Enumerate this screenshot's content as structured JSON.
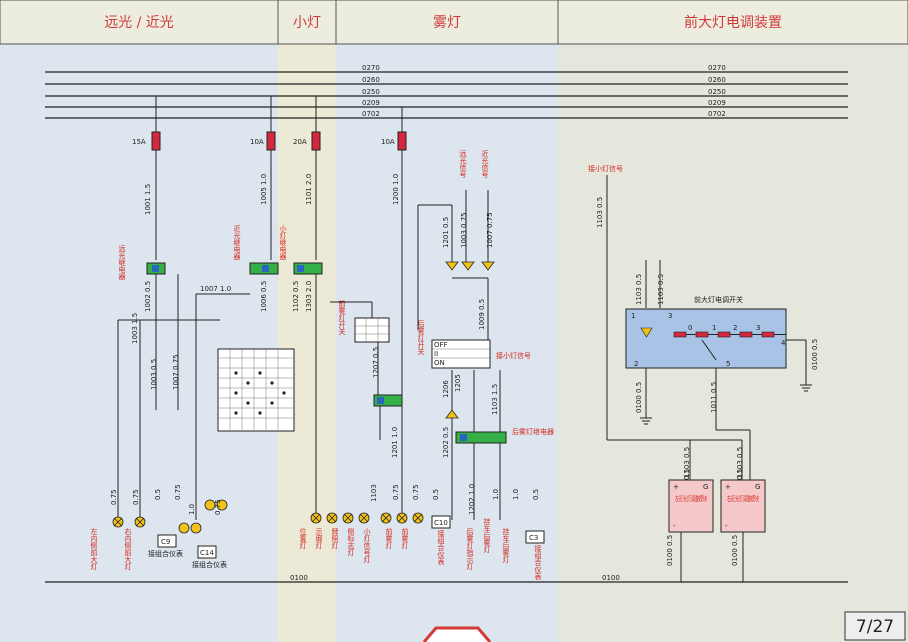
{
  "header": {
    "sections": [
      "远光 / 近光",
      "小灯",
      "雾灯",
      "前大灯电调装置"
    ]
  },
  "bus_lines": [
    "0270",
    "0260",
    "0250",
    "0209",
    "0702"
  ],
  "fuses": [
    "15A",
    "10A",
    "20A",
    "10A"
  ],
  "wires": {
    "w1001": "1001 1.5",
    "w1005": "1005 1.0",
    "w1101": "1101 2.0",
    "w1200": "1200 1.0",
    "w1002": "1002 0.5",
    "w1006": "1006 0.5",
    "w1102": "1102 0.5",
    "w1303": "1303 2.0",
    "w1007a": "1007 1.0",
    "w1003a": "1003 1.5",
    "w1003b": "1003 0.5",
    "w1007b": "1007 0.75",
    "w1201": "1201 0.5",
    "w1003c": "1003 0.75",
    "w1007c": "1007 0.75",
    "w1009": "1009 0.5",
    "w1207": "1207 0.5",
    "w1201b": "1201 1.0",
    "w1206": "1206",
    "w1205": "1205",
    "w1202a": "1202 0.5",
    "w1202b": "1202 1.0",
    "w1103a": "1103 1.5",
    "w1103b": "1103 0.5",
    "w1103c": "1103 0.5",
    "w1103d": "1103 0.5",
    "w1103e": "1103 0.5",
    "w1100": "0100 0.5",
    "w1011a": "1011 0.5",
    "w1011b": "1011 0.5",
    "w1011c": "1011 0.5",
    "w1103f": "1103",
    "w0100a": "0100 0.5",
    "w0100b": "0100 0.5",
    "w0100c": "0100 0.5",
    "g0100a": "0100",
    "g0100b": "0100",
    "s075": "0.75",
    "s05": "0.5",
    "s10": "1.0"
  },
  "relays": {
    "high_beam": "远光继电器",
    "low_beam": "近光继电器",
    "small_light": "小灯继电器",
    "rear_fog": "后雾灯继电器"
  },
  "switches": {
    "front_fog": "前雾灯开关",
    "rear_fog": "后雾灯开关",
    "headlamp_adjust": "前大灯电调开关"
  },
  "signals": {
    "to_high_beam": "远光信号",
    "to_low_beam": "近光信号",
    "from_small_light": "接小灯信号",
    "small_light_signal": "接小灯信号",
    "small_light_signal2": "接小灯信号"
  },
  "lamps": {
    "left_inner_front": "左内侧前大灯",
    "right_inner_front": "右内侧前大灯",
    "position": "位置灯",
    "tail": "示廓灯",
    "plate": "牌照灯",
    "side": "侧标志灯",
    "small_sig": "小灯信号灯",
    "front_fog_l": "前雾灯",
    "front_fog_r": "前雾灯",
    "rear_fog_sig": "后雾灯指示灯",
    "rear_fog_l": "挂车后雾灯",
    "rear_fog_r": "挂车后雾灯"
  },
  "connectors": [
    "C9",
    "C14",
    "C10",
    "C3"
  ],
  "connector_notes": {
    "c9": "接组合仪表",
    "c14": "接组合仪表",
    "c10": "接组合仪表",
    "c3": "接组合仪表"
  },
  "switch_rows": [
    "OFF",
    "II",
    "ON"
  ],
  "adjust_positions": [
    "1",
    "3",
    "0",
    "1",
    "2",
    "3",
    "4",
    "2",
    "5"
  ],
  "modules": {
    "left": "左近光灯调整模块",
    "right": "右近光灯调整模块",
    "plus": "+",
    "g": "G",
    "minus": "-"
  },
  "page_number": "7/27"
}
